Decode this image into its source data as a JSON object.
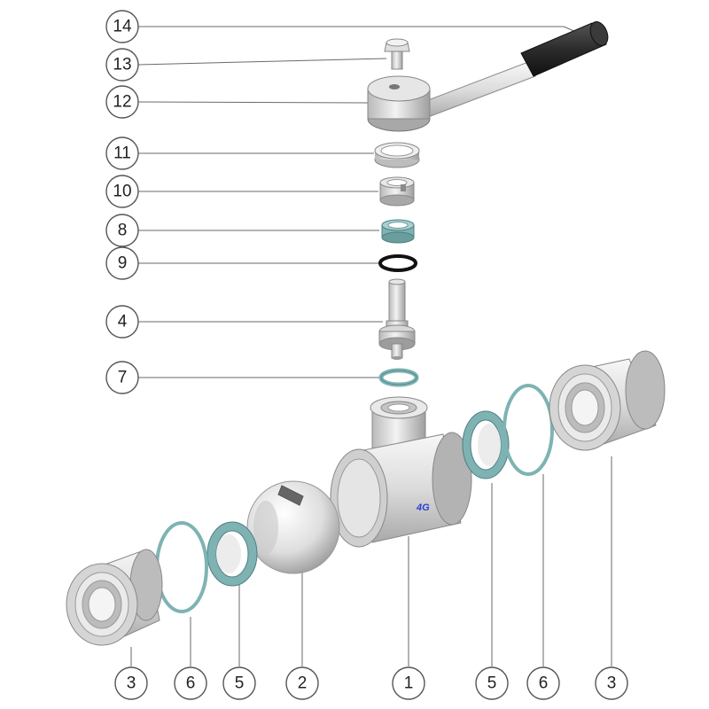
{
  "diagram": {
    "brand_mark": "4G",
    "colors": {
      "steel_light": "#f2f2f2",
      "steel_mid": "#c9c9c9",
      "steel_dark": "#8a8a8a",
      "seat_teal": "#7fb3b3",
      "oring_black": "#111111",
      "grip_dark": "#2b2b2b",
      "brand_blue": "#2a3fd0"
    },
    "callouts_left": [
      {
        "id": "c14",
        "label": "14"
      },
      {
        "id": "c13",
        "label": "13"
      },
      {
        "id": "c12",
        "label": "12"
      },
      {
        "id": "c11",
        "label": "11"
      },
      {
        "id": "c10",
        "label": "10"
      },
      {
        "id": "c8",
        "label": "8"
      },
      {
        "id": "c9",
        "label": "9"
      },
      {
        "id": "c4",
        "label": "4"
      },
      {
        "id": "c7",
        "label": "7"
      }
    ],
    "callouts_bottom": [
      {
        "id": "b3a",
        "label": "3"
      },
      {
        "id": "b6a",
        "label": "6"
      },
      {
        "id": "b5a",
        "label": "5"
      },
      {
        "id": "b2",
        "label": "2"
      },
      {
        "id": "b1",
        "label": "1"
      },
      {
        "id": "b5b",
        "label": "5"
      },
      {
        "id": "b6b",
        "label": "6"
      },
      {
        "id": "b3b",
        "label": "3"
      }
    ]
  }
}
